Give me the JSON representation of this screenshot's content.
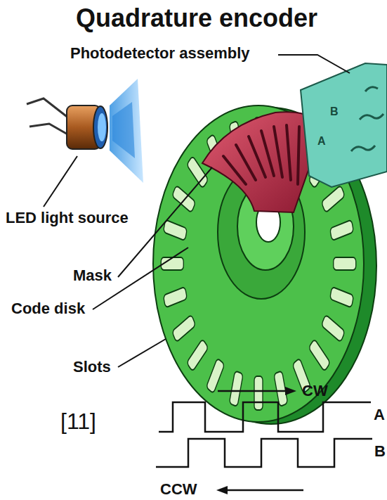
{
  "diagram": {
    "title": "Quadrature encoder",
    "labels": [
      "Photodetector assembly",
      "A",
      "B",
      "LED light source",
      "Mask",
      "Code disk",
      "Slots",
      "CW",
      "A",
      "[11]",
      "B",
      "CCW"
    ]
  }
}
